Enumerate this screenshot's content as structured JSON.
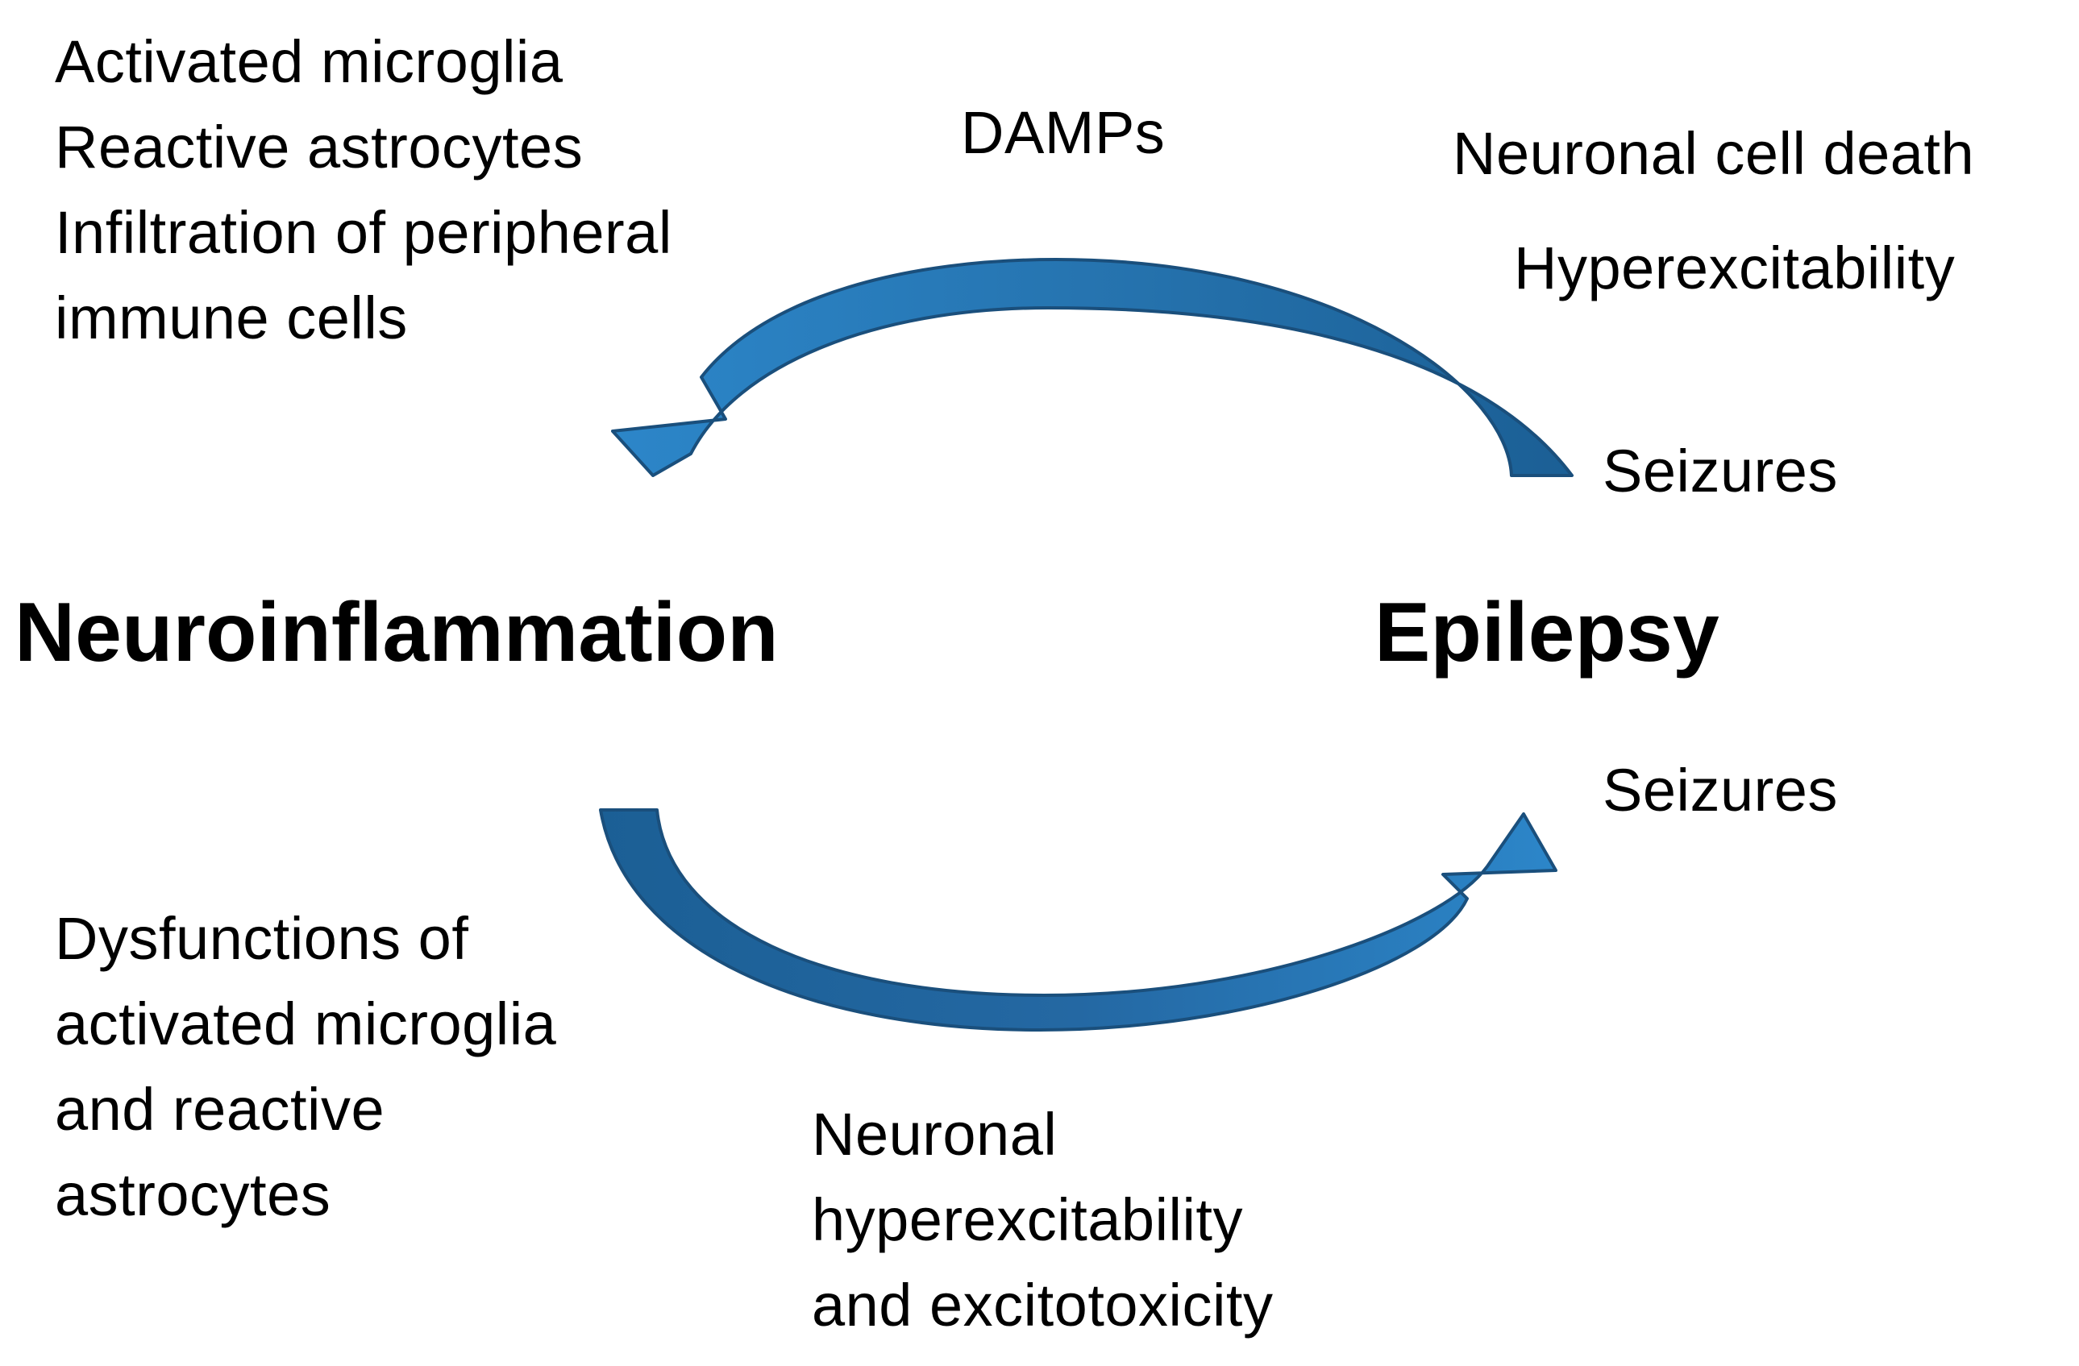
{
  "title": "",
  "nodes": {
    "neuroinflammation": "Neuroinflammation",
    "epilepsy": "Epilepsy"
  },
  "top_left_list": [
    "Activated microglia",
    "Reactive astrocytes",
    "Infiltration of peripheral",
    "immune cells"
  ],
  "top_arrow_label": "DAMPs",
  "top_right_list": [
    "Neuronal cell death",
    "Hyperexcitability"
  ],
  "top_right_seizures": "Seizures",
  "bottom_right_seizures": "Seizures",
  "bottom_left_list": [
    "Dysfunctions of",
    "activated microglia",
    "and reactive",
    "astrocytes"
  ],
  "bottom_center_list": [
    "Neuronal",
    "hyperexcitability",
    "and excitotoxicity"
  ],
  "colors": {
    "arrow_light": "#2c86c9",
    "arrow_dark": "#1b5f95",
    "arrow_outline": "#1a4f7c",
    "text": "#000000"
  }
}
